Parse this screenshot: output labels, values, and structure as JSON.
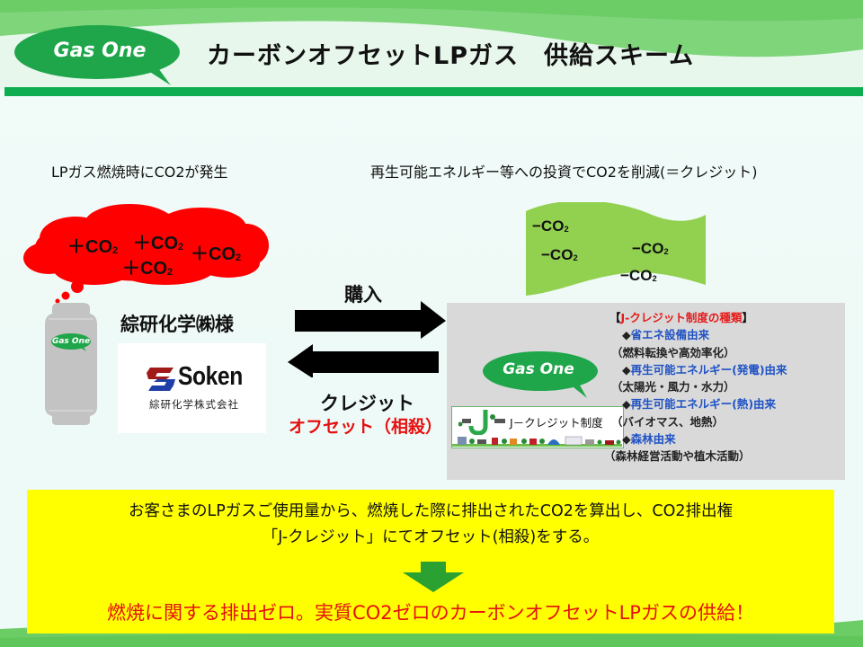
{
  "header": {
    "brand": "Gas One",
    "title": "カーボンオフセットLPガス　供給スキーム"
  },
  "captions": {
    "left": "LPガス燃焼時にCO2が発生",
    "right": "再生可能エネルギー等への投資でCO2を削減(＝クレジット)"
  },
  "emission_cloud": {
    "items": [
      "＋CO",
      "＋CO",
      "＋CO",
      "＋CO"
    ],
    "subscript": "2"
  },
  "reduction_flag": {
    "items": [
      "−CO",
      "−CO",
      "−CO",
      "−CO"
    ],
    "subscript": "2"
  },
  "cylinder": {
    "brand": "Gas One"
  },
  "customer": {
    "name": "綜研化学㈱様",
    "logo_text": "Soken",
    "logo_subtext": "綜研化学株式会社"
  },
  "flow": {
    "buy_label": "購入",
    "credit_label": "クレジット",
    "offset_label": "オフセット（相殺）"
  },
  "jcredit_panel": {
    "brand": "Gas One",
    "banner_text": "J－クレジット制度",
    "heading_open": "【",
    "heading": "J-クレジット制度の種類",
    "heading_close": "】",
    "bullet": "◆",
    "types": [
      {
        "name": "省エネ設備由来",
        "detail": "（燃料転換や高効率化）"
      },
      {
        "name": "再生可能エネルギー(発電)由来",
        "detail": "（太陽光・風力・水力）"
      },
      {
        "name": "再生可能エネルギー(熱)由来",
        "detail": "（バイオマス、地熱）"
      },
      {
        "name": "森林由来",
        "detail": "（森林経営活動や植木活動）"
      }
    ]
  },
  "summary": {
    "line1": "お客さまのLPガスご使用量から、燃焼した際に排出されたCO2を算出し、CO2排出権",
    "line2": "「J-クレジット」にてオフセット(相殺)をする。",
    "conclusion": "燃焼に関する排出ゼロ。実質CO2ゼロのカーボンオフセットLPガスの供給！"
  },
  "colors": {
    "brand_green": "#0ead4f",
    "bubble_green": "#1fa64a",
    "cloud_red": "#ff0000",
    "flag_green": "#92d050",
    "highlight_yellow": "#ffff00",
    "accent_red": "#e51010",
    "link_blue": "#1f52c4"
  }
}
